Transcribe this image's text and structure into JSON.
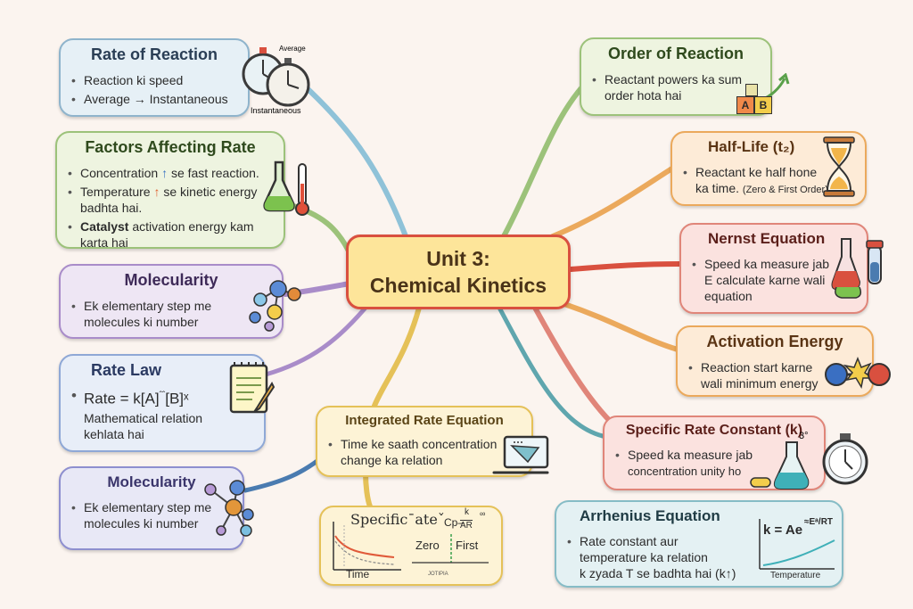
{
  "center": {
    "line1": "Unit 3:",
    "line2": "Chemical Kinetics"
  },
  "cards": {
    "rate": {
      "title": "Rate of Reaction",
      "items": [
        "Reaction ki speed",
        "Average → Instantaneous"
      ],
      "icon_label_top": "Average",
      "icon_label_bottom": "Instantaneous"
    },
    "factors": {
      "title": "Factors Affecting Rate",
      "item1a": "Concentration",
      "item1b": "se fast reaction.",
      "item2a": "Temperature",
      "item2b": "se kinetic energy",
      "item2c": "badhta hai.",
      "item3a": "Catalyst",
      "item3b": "activation energy kam karta hai"
    },
    "mol1": {
      "title": "Molecularity",
      "line1": "Ek elementary step me",
      "line2": "molecules ki number"
    },
    "ratelaw": {
      "title": "Rate Law",
      "formula": "Rate = k[A]",
      "formula_mid": "ˆˆ",
      "formula_end": "[B]ˣ",
      "line1": "Mathematical relation",
      "line2": "kehlata hai"
    },
    "mol2": {
      "title": "Molecularity",
      "line1": "Ek elementary step me",
      "line2": "molecules ki number"
    },
    "integrated": {
      "title": "Integrated Rate Equation",
      "line1": "Time ke saath concentration",
      "line2": "change ka relation"
    },
    "specgraph": {
      "title": "Specificˉateˇ",
      "formula_top": "k",
      "formula_left": "Cp–",
      "formula_bottom": "AR",
      "formula_sup": "∞",
      "zero": "Zero",
      "first": "First",
      "time": "Time",
      "footer": "JOTIPIA"
    },
    "order": {
      "title": "Order of Reaction",
      "line1": "Reactant powers ka sum",
      "line2": "order hota hai",
      "block_a": "A",
      "block_b": "B"
    },
    "halflife": {
      "title": "Half-Life (t₂)",
      "line1": "Reactant ke half hone",
      "line2": "ka time.",
      "note": "(Zero & First Order)"
    },
    "nernst": {
      "title": "Nernst Equation",
      "line1": "Speed ka measure jab",
      "line2": "E calculate karne wali",
      "line3": "equation"
    },
    "activation": {
      "title": "Activation Energy",
      "line1": "Reaction start karne",
      "line2": "wali minimum energy"
    },
    "specific": {
      "title": "Specific Rate Constant (k)",
      "line1": "Speed ka measure jab",
      "line2": "concentration unity ho",
      "flask_label": "3°"
    },
    "arrhenius": {
      "title": "Arrhenius Equation",
      "line1": "Rate constant aur",
      "line2": "temperature ka relation",
      "line3": "k zyada T se badhta hai (k↑)",
      "formula": "k = Ae",
      "formula_sup": "≈Eᵃ/RT",
      "axis": "Temperature"
    }
  },
  "colors": {
    "bg": "#fbf4ef",
    "center_fill": "#fde59a",
    "center_border": "#d9503f",
    "blue_fill": "#e6f0f6",
    "blue_border": "#8fb4cc",
    "green_fill": "#eef4e0",
    "green_border": "#9cc27a",
    "purple_fill": "#eee6f4",
    "purple_border": "#a98cc9",
    "lav_fill": "#e8e8f6",
    "lav_border": "#8e8fcf",
    "yellow_fill": "#fdf3d6",
    "yellow_border": "#e5c158",
    "orange_fill": "#fdebd7",
    "orange_border": "#eba95c",
    "red_fill": "#fbe2df",
    "red_border": "#e08579",
    "teal_fill": "#e4f1f3",
    "teal_border": "#86bcc6"
  }
}
